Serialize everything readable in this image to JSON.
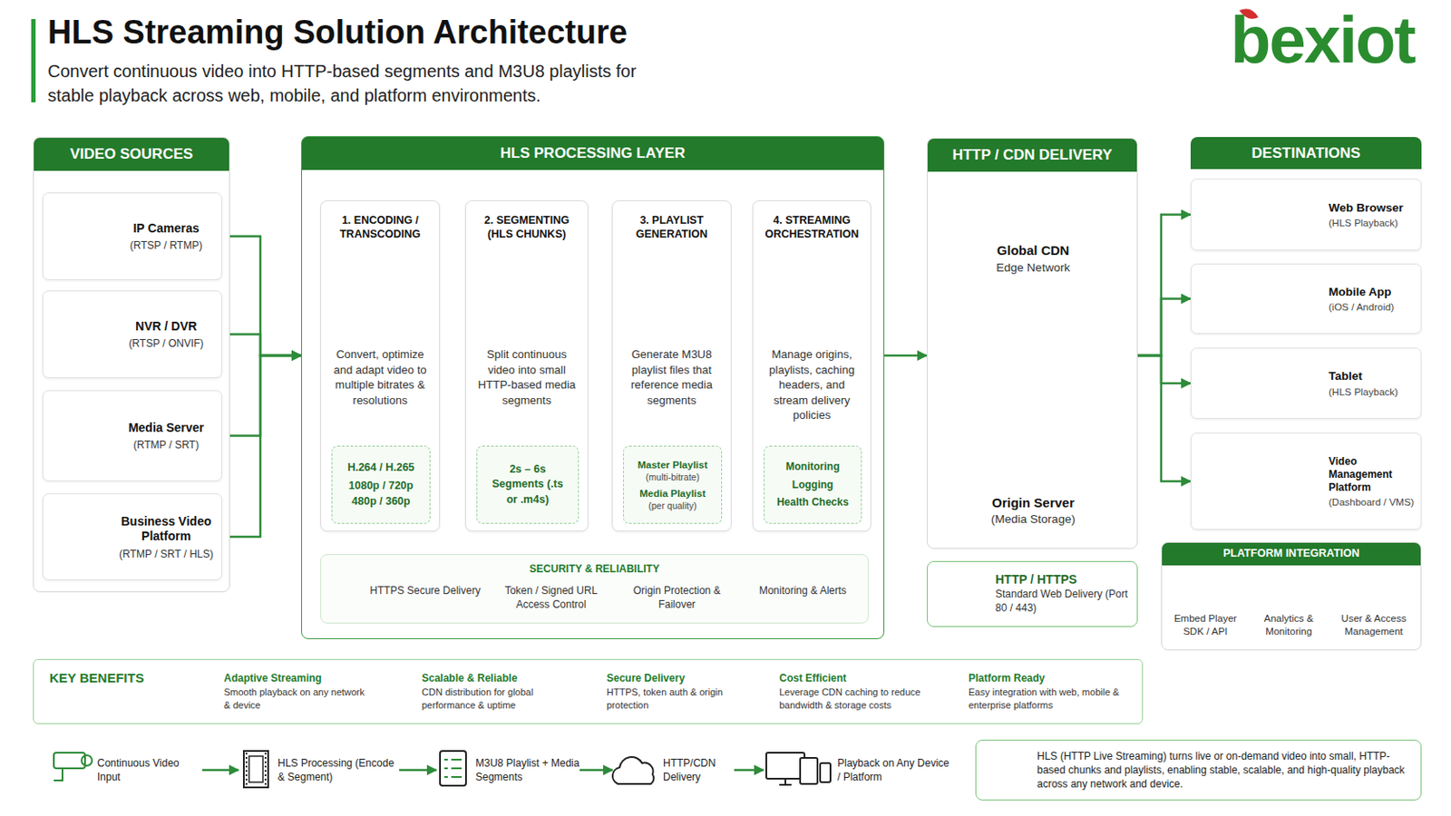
{
  "diagram": {
    "title": "HLS Streaming Solution Architecture",
    "caption": "Convert continuous video into HTTP-based segments and M3U8 playlists for stable playback across web, mobile, and platform environments.",
    "nodes": [
      {
        "text": [
          "VIDEO SOURCES"
        ]
      },
      {
        "text": [
          "IP Cameras",
          "(RTSP / RTMP)"
        ],
        "in": 0
      },
      {
        "text": [
          "NVR / DVR",
          "(RTSP / ONVIF)"
        ],
        "in": 0
      },
      {
        "text": [
          "Media Server",
          "(RTMP / SRT)"
        ],
        "in": 0
      },
      {
        "text": [
          "Business Video Platform",
          "(RTMP / SRT / HLS)"
        ],
        "in": 0
      },
      {
        "text": [
          "HLS PROCESSING LAYER"
        ]
      },
      {
        "text": [
          "1. ENCODING / TRANSCODING",
          "Convert, optimize and adapt video to multiple bitrates & resolutions"
        ],
        "in": 5
      },
      {
        "text": [
          "H.264 / H.265",
          "1080p / 720p 480p / 360p"
        ],
        "in": 6
      },
      {
        "text": [
          "2. SEGMENTING (HLS CHUNKS)",
          "Split continuous video into small HTTP-based media segments"
        ],
        "in": 5
      },
      {
        "text": [
          "2s – 6s Segments (.ts or .m4s)"
        ],
        "in": 8
      },
      {
        "text": [
          "3. PLAYLIST GENERATION",
          "Generate M3U8 playlist files that reference media segments"
        ],
        "in": 5
      },
      {
        "text": [
          "Master Playlist",
          "(multi-bitrate)",
          "Media Playlist",
          "(per quality)"
        ],
        "in": 10
      },
      {
        "text": [
          "4. STREAMING ORCHESTRATION",
          "Manage origins, playlists, caching headers, and stream delivery policies"
        ],
        "in": 5
      },
      {
        "text": [
          "Monitoring",
          "Logging",
          "Health Checks"
        ],
        "in": 12
      },
      {
        "text": [
          "SECURITY & RELIABILITY",
          "HTTPS Secure Delivery",
          "Token / Signed URL Access Control",
          "Origin Protection & Failover",
          "Monitoring & Alerts"
        ],
        "in": 5
      },
      {
        "text": [
          "HTTP / CDN DELIVERY"
        ]
      },
      {
        "text": [
          "Global CDN",
          "Edge Network"
        ],
        "in": 15
      },
      {
        "text": [
          "Origin Server",
          "(Media Storage)"
        ],
        "in": 15
      },
      {
        "text": [
          "HTTP / HTTPS",
          "Standard Web Delivery (Port 80 / 443)"
        ]
      },
      {
        "text": [
          "DESTINATIONS"
        ]
      },
      {
        "text": [
          "Web Browser",
          "(HLS Playback)"
        ],
        "in": 19
      },
      {
        "text": [
          "Mobile App",
          "(iOS / Android)"
        ],
        "in": 19
      },
      {
        "text": [
          "Tablet",
          "(HLS Playback)"
        ],
        "in": 19
      },
      {
        "text": [
          "Video Management Platform",
          "(Dashboard / VMS)"
        ],
        "in": 19
      },
      {
        "text": [
          "PLATFORM INTEGRATION",
          "Embed Player SDK / API",
          "Analytics & Monitoring",
          "User & Access Management"
        ]
      },
      {
        "text": [
          "KEY BENEFITS"
        ]
      },
      {
        "text": [
          "Adaptive Streaming",
          "Smooth playback on any network & device"
        ],
        "in": 25
      },
      {
        "text": [
          "Scalable & Reliable",
          "CDN distribution for global performance & uptime"
        ],
        "in": 25
      },
      {
        "text": [
          "Secure Delivery",
          "HTTPS, token auth & origin protection"
        ],
        "in": 25
      },
      {
        "text": [
          "Cost Efficient",
          "Leverage CDN caching to reduce bandwidth & storage costs"
        ],
        "in": 25
      },
      {
        "text": [
          "Platform Ready",
          "Easy integration with web, mobile & enterprise platforms"
        ],
        "in": 25
      },
      {
        "text": [
          "Continuous Video Input"
        ]
      },
      {
        "text": [
          "HLS Processing (Encode & Segment)"
        ]
      },
      {
        "text": [
          "M3U8 Playlist + Media Segments"
        ]
      },
      {
        "text": [
          "HTTP/CDN Delivery"
        ]
      },
      {
        "text": [
          "Playback on Any Device / Platform"
        ]
      },
      {
        "text": [
          "HLS (HTTP Live Streaming) turns live or on-demand video into small, HTTP-based chunks and playlists, enabling stable, scalable, and high-quality playback across any network and device."
        ]
      }
    ],
    "edges": [
      {
        "from": 1,
        "to": 5,
        "arrow": "to"
      },
      {
        "from": 2,
        "to": 5,
        "arrow": "to"
      },
      {
        "from": 3,
        "to": 5,
        "arrow": "to"
      },
      {
        "from": 4,
        "to": 5,
        "arrow": "to"
      },
      {
        "from": 6,
        "to": 8,
        "arrow": "to"
      },
      {
        "from": 8,
        "to": 10,
        "arrow": "to"
      },
      {
        "from": 10,
        "to": 12,
        "arrow": "to"
      },
      {
        "from": 5,
        "to": 15,
        "arrow": "to"
      },
      {
        "from": 15,
        "to": 20,
        "arrow": "to"
      },
      {
        "from": 15,
        "to": 21,
        "arrow": "to"
      },
      {
        "from": 15,
        "to": 22,
        "arrow": "to"
      },
      {
        "from": 15,
        "to": 23,
        "arrow": "to"
      },
      {
        "from": 31,
        "to": 32,
        "arrow": "to"
      },
      {
        "from": 32,
        "to": 33,
        "arrow": "to"
      },
      {
        "from": 33,
        "to": 34,
        "arrow": "to"
      },
      {
        "from": 34,
        "to": 35,
        "arrow": "to"
      }
    ],
    "labels": [
      "bexiot",
      "M3U8"
    ]
  }
}
